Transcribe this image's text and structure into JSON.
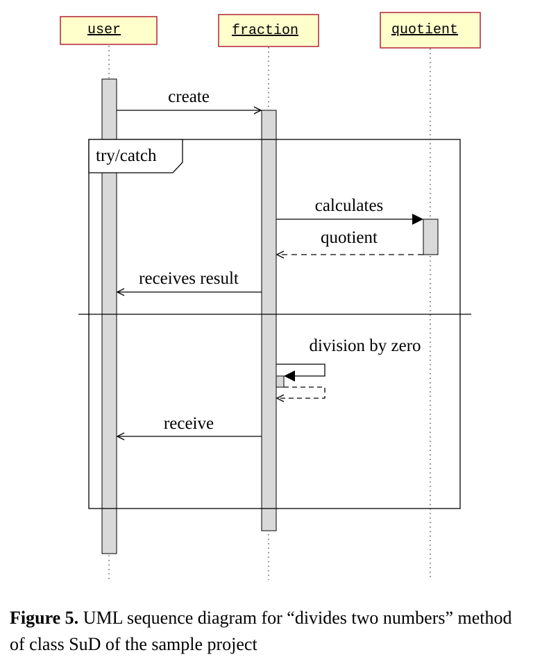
{
  "participants": {
    "user": "user",
    "fraction": "fraction",
    "quotient": "quotient"
  },
  "messages": {
    "create": "create",
    "calculates": "calculates",
    "quotient_return": "quotient",
    "receives_result": "receives result",
    "division_by_zero": "division by zero",
    "receive": "receive"
  },
  "fragment": {
    "label": "try/catch"
  },
  "caption": {
    "label": "Figure 5.",
    "text": " UML sequence diagram for “divides two numbers” method of class SuD of the sample project"
  },
  "colors": {
    "participant_fill": "#ffffcc",
    "participant_border": "#b22234",
    "activation_fill": "#d9d9d9"
  }
}
